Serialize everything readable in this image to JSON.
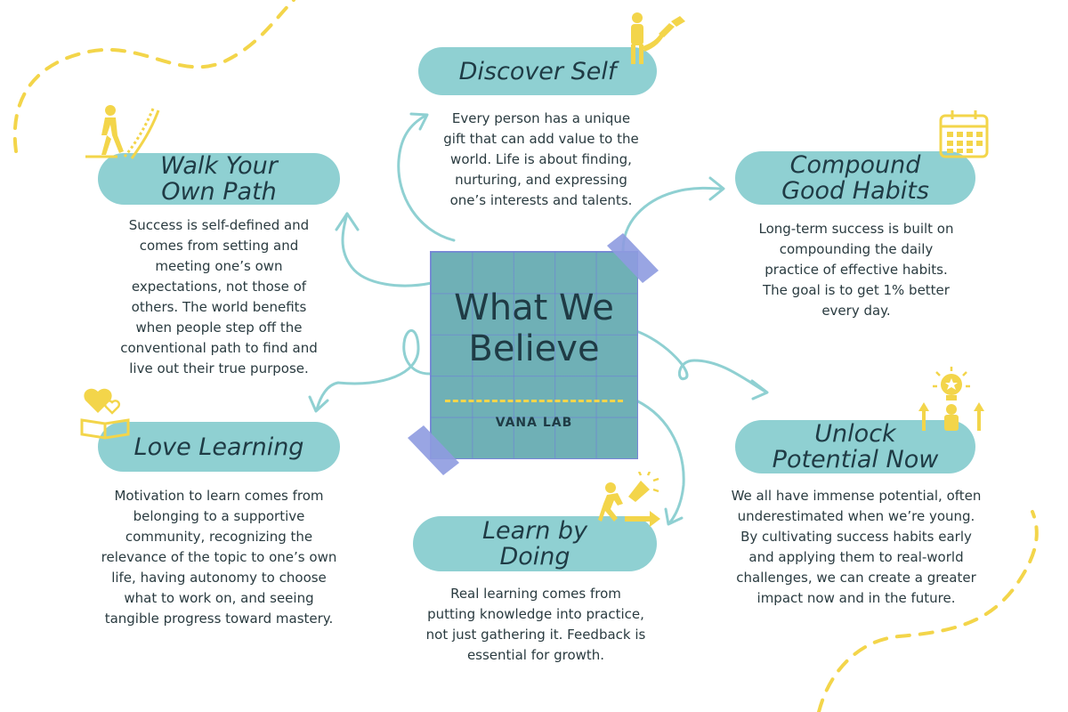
{
  "center": {
    "title": "What We Believe",
    "subtitle": "VANA LAB"
  },
  "colors": {
    "pill": "#8fd0d2",
    "accent_yellow": "#f3d54a",
    "tape": "#8e9be0",
    "center_box": "#6fb0b6",
    "arrow": "#8fd0d2"
  },
  "nodes": [
    {
      "id": "discover-self",
      "title": "Discover Self",
      "icon": "person-with-plant-icon",
      "lines": [
        "Every person has a unique",
        "gift that can add value to the",
        "world. Life is about finding,",
        "nurturing, and expressing",
        "one’s interests and talents."
      ]
    },
    {
      "id": "walk-your-own-path",
      "title": "Walk Your Own Path",
      "title_lines": [
        "Walk Your",
        "Own Path"
      ],
      "icon": "walking-person-path-icon",
      "lines": [
        "Success is self-defined and",
        "comes from setting and",
        "meeting one’s own",
        "expectations, not those of",
        "others. The world benefits",
        "when people step off the",
        "conventional path to find and",
        "live out their true purpose."
      ]
    },
    {
      "id": "compound-good-habits",
      "title": "Compound Good Habits",
      "title_lines": [
        "Compound",
        "Good Habits"
      ],
      "icon": "calendar-icon",
      "lines": [
        "Long-term success is built on",
        "compounding the daily",
        "practice of effective habits.",
        "The goal is to get 1% better",
        "every day."
      ]
    },
    {
      "id": "love-learning",
      "title": "Love Learning",
      "icon": "heart-book-icon",
      "lines": [
        "Motivation to learn comes from",
        "belonging to a supportive",
        "community, recognizing the",
        "relevance of the topic to one’s own",
        "life, having autonomy to choose",
        "what to work on, and seeing",
        "tangible progress toward mastery."
      ]
    },
    {
      "id": "unlock-potential-now",
      "title": "Unlock Potential Now",
      "title_lines": [
        "Unlock",
        "Potential Now"
      ],
      "icon": "lightbulb-person-icon",
      "lines": [
        "We all have immense potential, often",
        "underestimated when we’re young.",
        "By cultivating success habits early",
        "and applying them to real-world",
        "challenges, we can create a greater",
        "impact now and in the future."
      ]
    },
    {
      "id": "learn-by-doing",
      "title": "Learn by Doing",
      "title_lines": [
        "Learn by",
        "Doing"
      ],
      "icon": "running-person-icon",
      "lines": [
        "Real learning comes from",
        "putting knowledge into practice,",
        "not just gathering it. Feedback is",
        "essential for growth."
      ]
    }
  ]
}
